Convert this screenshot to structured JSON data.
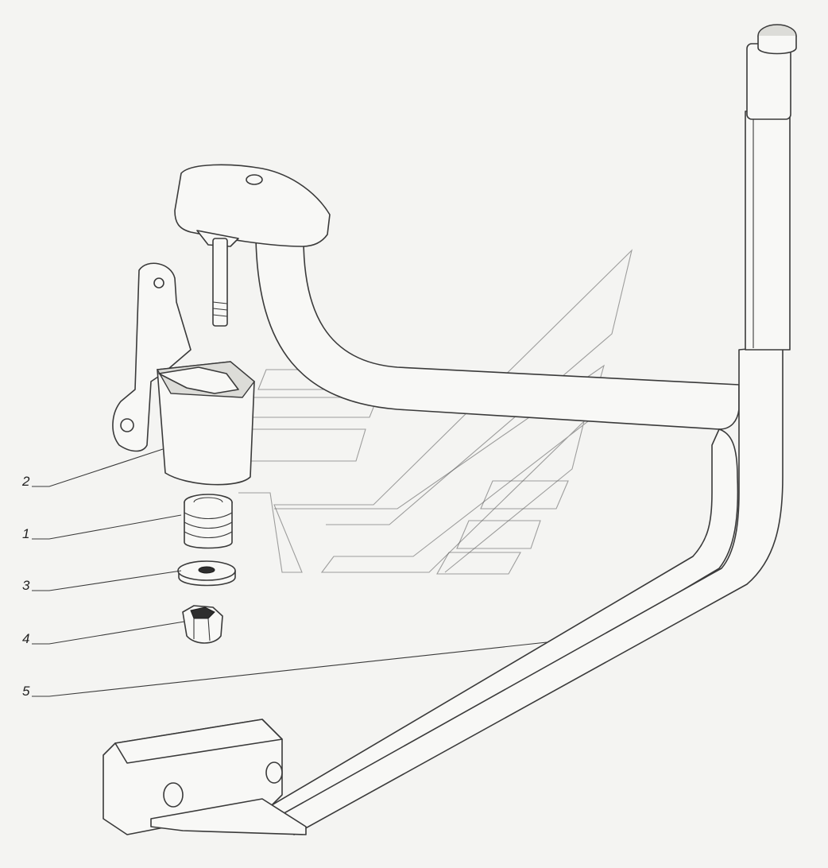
{
  "callouts": [
    {
      "id": "2",
      "label": "2"
    },
    {
      "id": "1",
      "label": "1"
    },
    {
      "id": "3",
      "label": "3"
    },
    {
      "id": "4",
      "label": "4"
    },
    {
      "id": "5",
      "label": "5"
    }
  ]
}
